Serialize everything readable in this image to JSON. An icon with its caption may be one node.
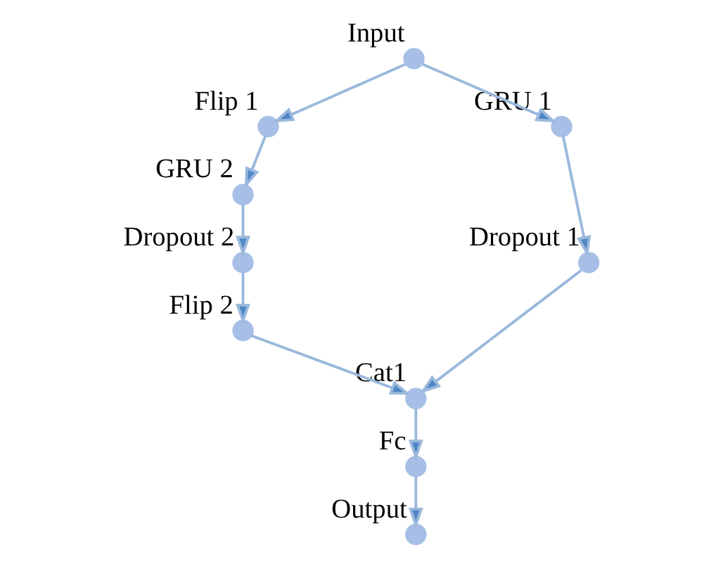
{
  "diagram": {
    "nodes": [
      {
        "text": [],
        "shape": "circle",
        "beside": [
          "Input"
        ]
      },
      {
        "text": [],
        "shape": "circle",
        "beside": [
          "Flip 1"
        ]
      },
      {
        "text": [],
        "shape": "circle",
        "beside": [
          "GRU 1"
        ]
      },
      {
        "text": [],
        "shape": "circle",
        "beside": [
          "GRU 2"
        ]
      },
      {
        "text": [],
        "shape": "circle",
        "beside": [
          "Dropout 1"
        ]
      },
      {
        "text": [],
        "shape": "circle",
        "beside": [
          "Dropout 2"
        ]
      },
      {
        "text": [],
        "shape": "circle",
        "beside": [
          "Flip 2"
        ]
      },
      {
        "text": [],
        "shape": "circle",
        "beside": [
          "Cat1"
        ]
      },
      {
        "text": [],
        "shape": "circle",
        "beside": [
          "Fc"
        ]
      },
      {
        "text": [],
        "shape": "circle",
        "beside": [
          "Output"
        ]
      }
    ],
    "edges": [
      {
        "from": 0,
        "to": 1,
        "arrow": "to"
      },
      {
        "from": 0,
        "to": 2,
        "arrow": "to"
      },
      {
        "from": 1,
        "to": 3,
        "arrow": "to"
      },
      {
        "from": 3,
        "to": 5,
        "arrow": "to"
      },
      {
        "from": 5,
        "to": 6,
        "arrow": "to"
      },
      {
        "from": 2,
        "to": 4,
        "arrow": "to"
      },
      {
        "from": 6,
        "to": 7,
        "arrow": "to"
      },
      {
        "from": 4,
        "to": 7,
        "arrow": "to"
      },
      {
        "from": 7,
        "to": 8,
        "arrow": "to"
      },
      {
        "from": 8,
        "to": 9,
        "arrow": "to"
      }
    ]
  }
}
